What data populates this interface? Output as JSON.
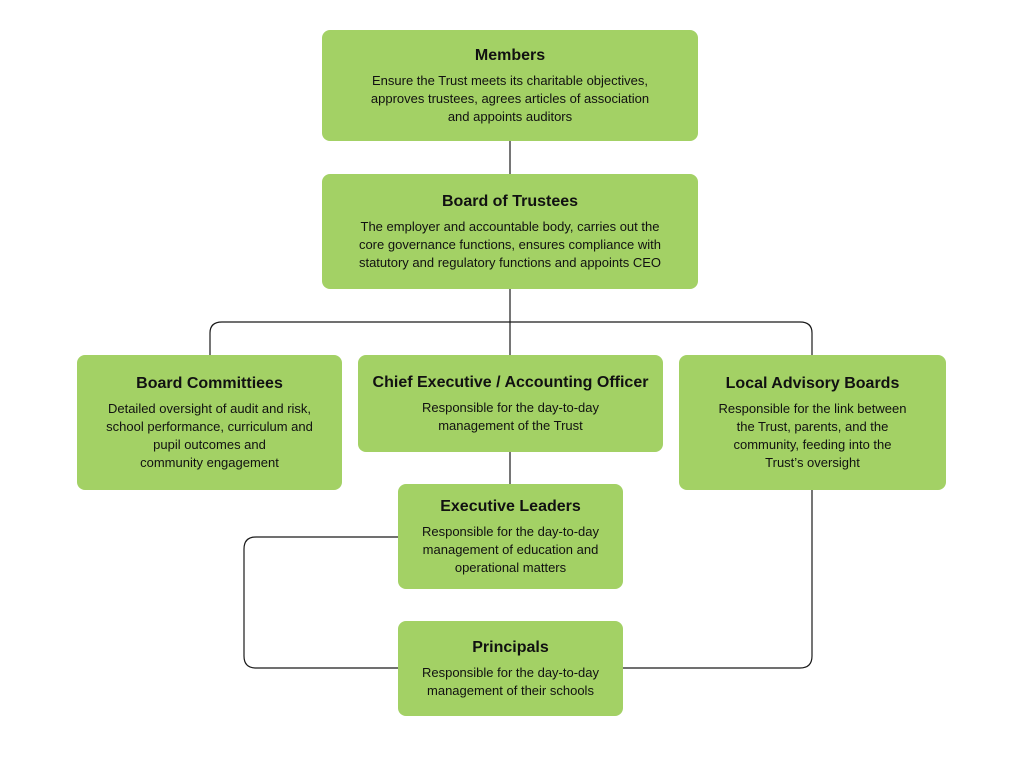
{
  "colors": {
    "node_fill": "#a3d165",
    "connector": "#1a1a1a",
    "text": "#111111",
    "background": "#ffffff"
  },
  "nodes": {
    "members": {
      "title": "Members",
      "description": "Ensure the Trust meets its charitable objectives,\napproves trustees, agrees articles of association\nand appoints auditors"
    },
    "board_of_trustees": {
      "title": "Board of Trustees",
      "description": "The employer and accountable body, carries out the\ncore governance functions, ensures compliance with\nstatutory and regulatory functions and appoints CEO"
    },
    "board_committees": {
      "title": "Board Committiees",
      "description": "Detailed oversight of audit and risk,\nschool performance, curriculum and\npupil outcomes and\ncommunity engagement"
    },
    "chief_executive": {
      "title": "Chief Executive / Accounting Officer",
      "description": "Responsible for the day-to-day\nmanagement of the Trust"
    },
    "local_advisory_boards": {
      "title": "Local Advisory Boards",
      "description": "Responsible for the link between\nthe Trust, parents, and the\ncommunity, feeding into the\nTrust’s oversight"
    },
    "executive_leaders": {
      "title": "Executive Leaders",
      "description": "Responsible for the day-to-day\nmanagement of education and\noperational matters"
    },
    "principals": {
      "title": "Principals",
      "description": "Responsible for the day-to-day\nmanagement of their schools"
    }
  }
}
